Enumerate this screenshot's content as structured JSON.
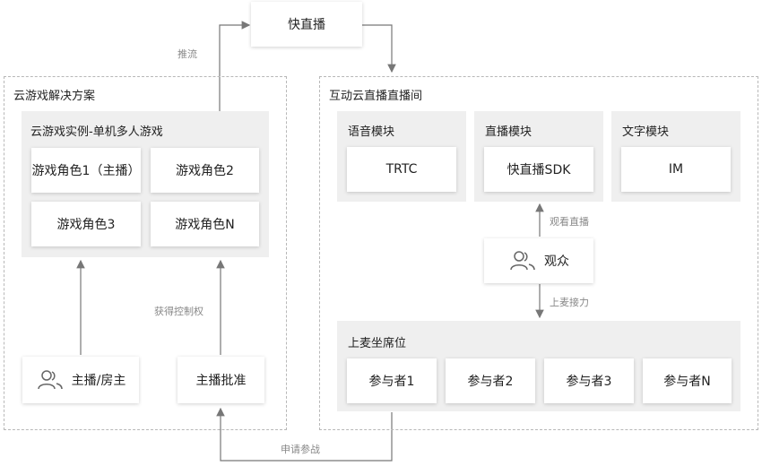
{
  "top_node": "快直播",
  "left_panel": {
    "title": "云游戏解决方案",
    "instance": {
      "title": "云游戏实例-单机多人游戏",
      "roles": [
        "游戏角色1（主播）",
        "游戏角色2",
        "游戏角色3",
        "游戏角色N"
      ]
    },
    "host": "主播/房主",
    "approve": "主播批准",
    "control_label": "获得控制权"
  },
  "right_panel": {
    "title": "互动云直播直播间",
    "modules": [
      {
        "title": "语音模块",
        "item": "TRTC"
      },
      {
        "title": "直播模块",
        "item": "快直播SDK"
      },
      {
        "title": "文字模块",
        "item": "IM"
      }
    ],
    "audience": "观众",
    "watch_label": "观看直播",
    "mic_label": "上麦接力",
    "seats": {
      "title": "上麦坐席位",
      "participants": [
        "参与者1",
        "参与者2",
        "参与者3",
        "参与者N"
      ]
    }
  },
  "push_label": "推流",
  "request_label": "申请参战",
  "colors": {
    "line": "#777777",
    "panel_bg": "#efefef",
    "dashed": "#b8b8b8"
  }
}
